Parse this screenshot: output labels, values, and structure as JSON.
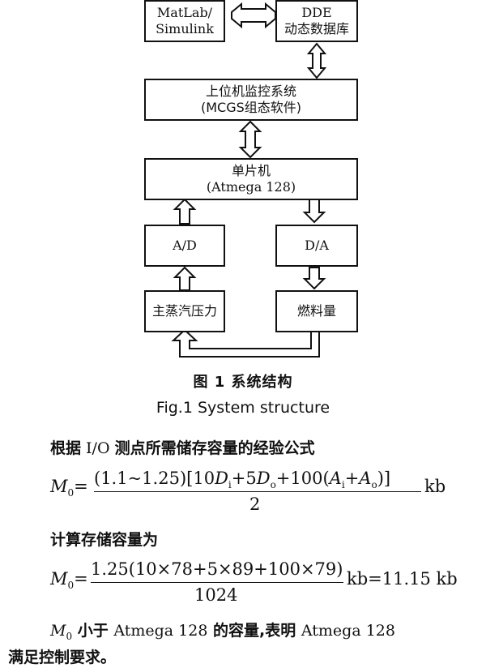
{
  "diagram": {
    "boxes": {
      "matlab": [
        "MatLab/",
        "Simulink"
      ],
      "dde": [
        "DDE",
        "动态数据库"
      ],
      "upper": [
        "上位机监控系统",
        "(MCGS组态软件)"
      ],
      "mcu": [
        "单片机",
        "(Atmega 128)"
      ],
      "ad": [
        "A/D"
      ],
      "da": [
        "D/A"
      ],
      "steam": [
        "主蒸汽压力"
      ],
      "fuel": [
        "燃料量"
      ]
    }
  },
  "caption": {
    "cn": "图 1   系统结构",
    "en": "Fig.1   System structure"
  },
  "text": {
    "para1_cn": "根据",
    "para1_io": " I/O ",
    "para1_rest": "测点所需储存容量的经验公式",
    "para2": "计算存储容量为",
    "conclusion_m": "M",
    "conclusion_sub": "0",
    "conclusion_a": " 小于 ",
    "conclusion_b": "Atmega 128",
    "conclusion_c": " 的容量,表明 ",
    "conclusion_d": "Atmega 128",
    "conclusion_e": "满足控制要求。"
  },
  "equations": {
    "eq1": {
      "lhs_var": "M",
      "lhs_sub": "0",
      "numerator_parts": [
        "(1.1~1.25)[10",
        "D",
        "i",
        "+5",
        "D",
        "o",
        "+100(",
        "A",
        "i",
        "+",
        "A",
        "o",
        ")]"
      ],
      "denominator": "2",
      "unit": "kb"
    },
    "eq2": {
      "lhs_var": "M",
      "lhs_sub": "0",
      "numerator": "1.25(10×78+5×89+100×79)",
      "denominator": "1024",
      "result": "kb=11.15 kb"
    }
  }
}
